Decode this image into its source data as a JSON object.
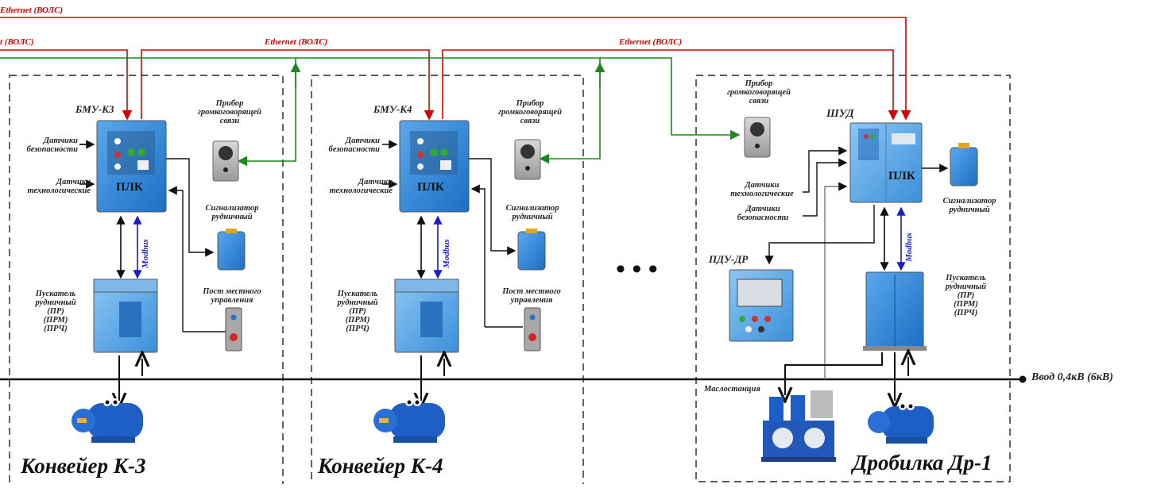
{
  "ethernet": {
    "top": "Ethernet  (ВОЛС)",
    "left": "t  (ВОЛС)",
    "mid1": "Ethernet  (ВОЛС)",
    "mid2": "Ethernet  (ВОЛС)"
  },
  "k3": {
    "title": "Конвейер К-3",
    "bmu": "БМУ-К3",
    "plk": "ПЛК",
    "sensors_safety": "Датчики\nбезопасности",
    "sensors_tech": "Датчики\nтехнологические",
    "loudspeaker": "Прибор\nгромкоговорящей\nсвязи",
    "signal": "Сигнализатор\nрудничный",
    "local_post": "Пост местного\nуправления",
    "starter": "Пускатель\nрудничный\n(ПР)\n(ПРМ)\n(ПРЧ)",
    "modbus": "Modbus"
  },
  "k4": {
    "title": "Конвейер К-4",
    "bmu": "БМУ-К4",
    "plk": "ПЛК",
    "sensors_safety": "Датчики\nбезопасности",
    "sensors_tech": "Датчики\nтехнологические",
    "loudspeaker": "Прибор\nгромкоговорящей\nсвязи",
    "signal": "Сигнализатор\nрудничный",
    "local_post": "Пост местного\nуправления",
    "starter": "Пускатель\nрудничный\n(ПР)\n(ПРМ)\n(ПРЧ)",
    "modbus": "Modbus"
  },
  "dr1": {
    "title": "Дробилка Др-1",
    "shud": "ШУД",
    "plk": "ПЛК",
    "loudspeaker": "Прибор\nгромкоговорящей\nсвязи",
    "sensors_tech": "Датчики\nтехнологические",
    "sensors_safety": "Датчики\nбезопасности",
    "signal": "Сигнализатор\nрудничный",
    "pdu": "ПДУ-ДР",
    "starter": "Пускатель\nрудничный\n(ПР)\n(ПРМ)\n(ПРЧ)",
    "oil_station": "Маслостанция",
    "modbus": "Modbus"
  },
  "input": "Ввод 0,4кВ (6кВ)",
  "ellipsis": "• • •",
  "colors": {
    "ethernet": "#d40000",
    "green_link": "#1a8a1a",
    "modbus": "#1a1ad0",
    "cabinet": "#2c86d8",
    "motor": "#1e5fc7"
  }
}
